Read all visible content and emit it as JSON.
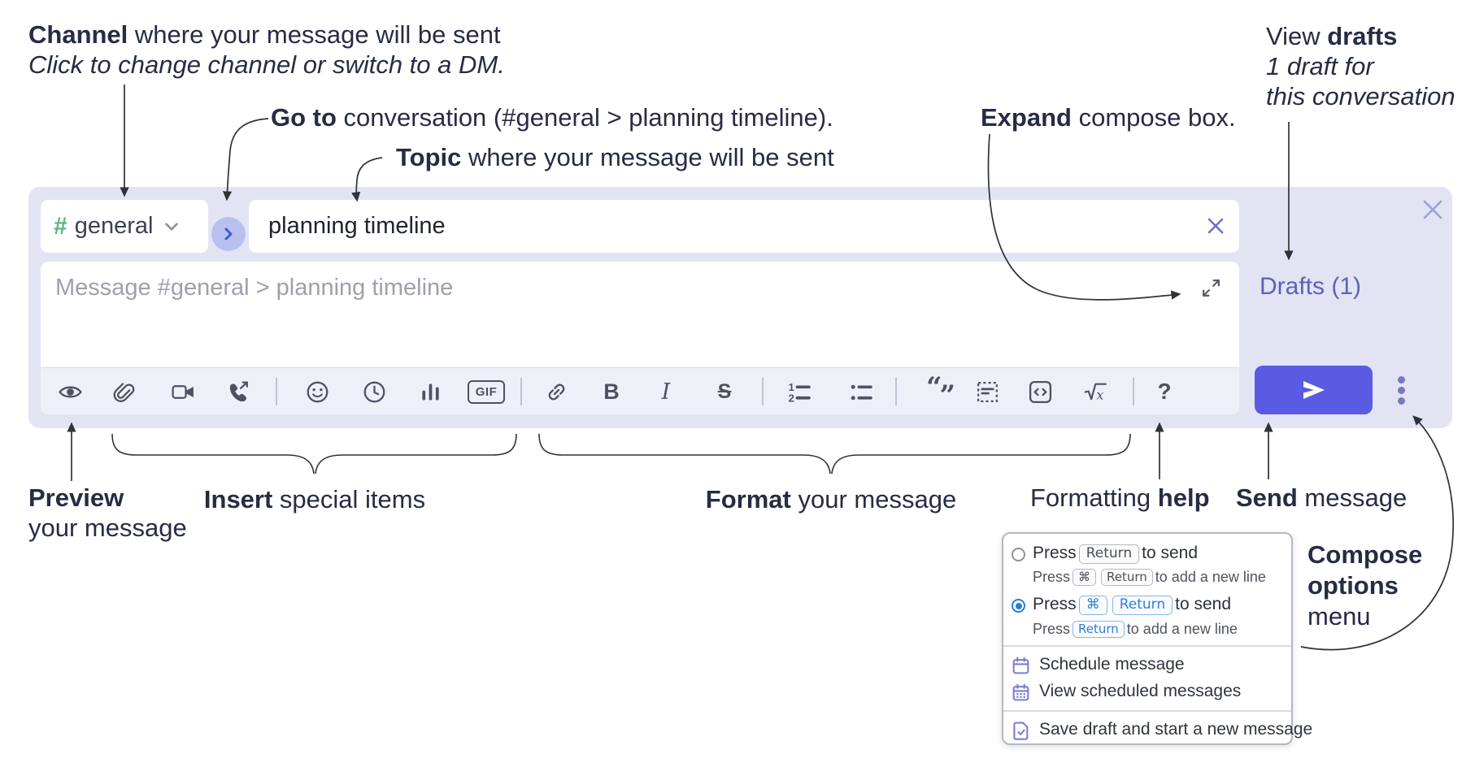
{
  "annotations": {
    "channel_line1_bold": "Channel",
    "channel_line1_rest": " where your message will be sent",
    "channel_line2": "Click to change channel or switch to a DM.",
    "goto_bold": "Go to",
    "goto_rest": " conversation (#general > planning timeline).",
    "topic_bold": "Topic",
    "topic_rest": " where your message will be sent",
    "expand_bold": "Expand",
    "expand_rest": " compose box.",
    "drafts_line1_pre": "View ",
    "drafts_line1_bold": "drafts",
    "drafts_line2": "1 draft for",
    "drafts_line3": "this conversation",
    "preview_bold": "Preview",
    "preview_line2": "your message",
    "insert_bold": "Insert",
    "insert_rest": " special items",
    "format_bold": "Format",
    "format_rest": " your message",
    "help_pre": "Formatting ",
    "help_bold": "help",
    "send_bold": "Send",
    "send_rest": " message",
    "compose_options_line1": "Compose",
    "compose_options_line2": "options",
    "compose_options_line3": "menu"
  },
  "compose": {
    "channel_hash": "#",
    "channel_name": "general",
    "topic_value": "planning timeline",
    "message_placeholder": "Message #general > planning timeline",
    "drafts_label": "Drafts (1)"
  },
  "icons": {
    "gif": "GIF",
    "bold": "B",
    "italic": "I",
    "strike": "S",
    "help": "?",
    "math_x": "x",
    "ol_1": "1",
    "ol_2": "2",
    "quote_open": "“",
    "quote_close": "”",
    "toolbar_order": [
      "preview-eye",
      "attach-paperclip",
      "start-video-call",
      "start-audio-call",
      "add-emoji",
      "add-global-time",
      "add-poll",
      "add-gif",
      "link",
      "bold",
      "italic",
      "strikethrough",
      "numbered-list",
      "bulleted-list",
      "quote",
      "spoiler",
      "code",
      "math",
      "message-formatting-help"
    ]
  },
  "menu": {
    "option1": {
      "p1": "Press",
      "k1": "Return",
      "p2": "to send",
      "s1": "Press",
      "sk1": "⌘",
      "sk2": "Return",
      "s2": "to add a new line",
      "selected": false
    },
    "option2": {
      "p1": "Press",
      "k1": "⌘",
      "k2": "Return",
      "p2": "to send",
      "s1": "Press",
      "sk1": "Return",
      "s2": "to add a new line",
      "selected": true
    },
    "item_schedule": "Schedule message",
    "item_view_scheduled": "View scheduled messages",
    "item_save_draft": "Save draft and start a new message"
  },
  "colors": {
    "accent_send": "#5a5be3",
    "compose_bg": "#e2e4f4",
    "channel_hash_green": "#5eb37f",
    "drafts_link": "#5d61b8",
    "kbd_blue": "#2d80da",
    "menu_icon_purple": "#7a7ed6",
    "annotation_text": "#272c45"
  }
}
